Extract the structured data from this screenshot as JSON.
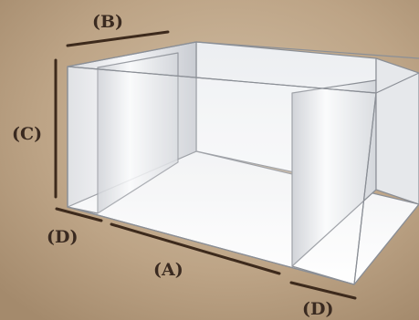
{
  "dimension_labels": {
    "a": "(A)",
    "b": "(B)",
    "c": "(C)",
    "d_left": "(D)",
    "d_right": "(D)"
  },
  "colors": {
    "background": "#b59c7f",
    "background_light": "#cdb89d",
    "dimension_line": "#3d2a1c",
    "label_text": "#3a2a20",
    "glass_edge": "#8b8f96",
    "glass_fill": "#f2f3f5"
  }
}
